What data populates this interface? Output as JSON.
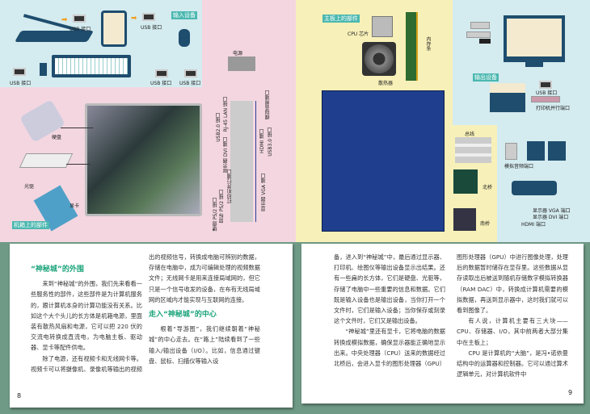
{
  "sections": {
    "input": "输入设备",
    "output": "输出设备",
    "motherboard": "主板上的部件",
    "case": "机箱上的部件"
  },
  "input_devices": {
    "usb": "USB 接口"
  },
  "case_parts": {
    "power": "电源",
    "hdd": "硬盘",
    "optical": "光驱",
    "graphics": "显卡"
  },
  "ports": {
    "usb2": "USB2.0 接口",
    "lan": "RJ-45 LAN 接口",
    "dvi": "显示器 DVI 端口",
    "parallel": "打印机并行端口",
    "kb": "键盘 PS/2 接口",
    "mouse": "鼠标 PS/2 接口",
    "audio": "模拟音频端口",
    "hdmi": "HDMI 端口",
    "usb3": "USB3.0 接口",
    "vga": "显示器 VGA 端口"
  },
  "mb_parts": {
    "cpu": "CPU 芯片",
    "cooler": "散热器",
    "ram": "内存条",
    "bus": "总线",
    "north": "北桥",
    "south": "南桥"
  },
  "output_devices": {
    "usb": "USB 接口",
    "parallel": "打印机并行端口",
    "audio": "模拟音频端口",
    "vga": "显示器 VGA 端口",
    "dvi": "显示器 DVI 端口",
    "hdmi": "HDMI 端口"
  },
  "left_page": {
    "h1": "“神秘城”的外围",
    "p1": "来到“神秘城”的外围，我们先来看看一些服务性的部件，这些部件是为计算机服务的，跟计算机本身的计算功能没有关系。比如这个大个头儿的长方体是机箱电源，里面装有散热风扇和电源，它可以把 220 伏的交流电转换成直流电，为电脑主板、驱动器、显卡等配件供电。",
    "p2": "除了电源，还有视频卡和无线网卡等。视频卡可以将摄像机、录像机等输出的视频信号，转换成电脑可辨别的数据，存储在电脑中，成为可编辑处理的视频数据文件；无线网卡是用来连接局域网的，但它只是一个信号收发的设备，在布有无线局域网的区域内才能实现与互联网的连接。",
    "h2": "走入“神秘城”的中心",
    "p3": "根着“导游图”，我们继续朝着“神秘城”的中心走去。在“路上”陆续看到了一些输入/输出设备（I/O）。比如，信息通过键盘、鼠标、扫描仪等输入设",
    "page": "8"
  },
  "right_page": {
    "p1": "备，进入到“神秘城”中，最后通过显示器、打印机、绘图仪等输出设备显示出结果。还有一些扁的长方体，它们是硬盘、光驱等，存储了电脑中一些重要的信息和数据。它们既是输入设备也是输出设备，当你打开一个文件时，它们是输入设备；当你保存或刻录这个文件时，它们又是输出设备。",
    "p2": "“神秘城”里还有显卡，它将电脑的数据转换成模拟数据，确保显示器能正确地显示出来。中央处理器（CPU）送来的数据经过北桥后，会进入显卡的图形处理器（GPU）中进行图像处理，处理后的数据暂时储存在显存里。这些数据从显存读取出后被送到随机存储数字模拟转换器（RAM DAC）中，转换成计算机需要的模拟数据，再送到显示器中，这时我们就可以看到图像了。",
    "p3": "有人说，计算机主要有三大块——CPU、存储器、I/O，其中前两者大部分集中在主板上；",
    "p4": "CPU 是计算机的“大脑”，是冯•诺依曼结构中的运算器和控制器。它可以通过算术逻辑单元，对计算机软件中",
    "page": "9"
  }
}
